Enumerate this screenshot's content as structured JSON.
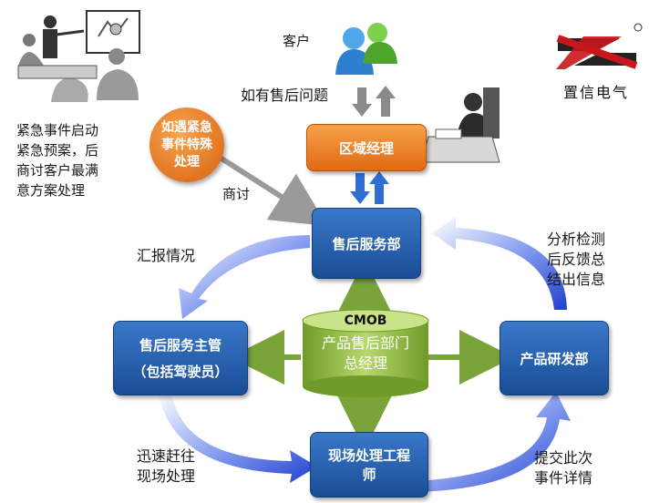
{
  "labels": {
    "customer": "客户",
    "aftersales_issue": "如有售后问题",
    "emergency_left": [
      "紧急事件启动",
      "紧急预案，后",
      "商讨客户最满",
      "意方案处理"
    ],
    "discuss": "商讨",
    "report": "汇报情况",
    "rush_to_site": [
      "迅速赶往",
      "现场处理"
    ],
    "analyze": [
      "分析检测",
      "后反馈总",
      "结出信息"
    ],
    "submit": [
      "提交此次",
      "事件详情"
    ]
  },
  "emergency_circle": [
    "如遇紧急",
    "事件特殊",
    "处理"
  ],
  "nodes": {
    "regional_manager": "区域经理",
    "aftersales_dept": "售后服务部",
    "supervisor": [
      "售后服务主管",
      "（包括驾驶员）"
    ],
    "rnd_dept": "产品研发部",
    "field_engineer": [
      "现场处理工程",
      "师"
    ]
  },
  "center": {
    "title": "CMOB",
    "lines": [
      "产品售后部门",
      "总经理"
    ]
  },
  "logo": {
    "name": "置信电气"
  },
  "colors": {
    "blue_box": "#2a62b0",
    "orange": "#f08a2e",
    "green_arrow": "#7aa33a",
    "blue_arrow": "#2f55d4"
  }
}
